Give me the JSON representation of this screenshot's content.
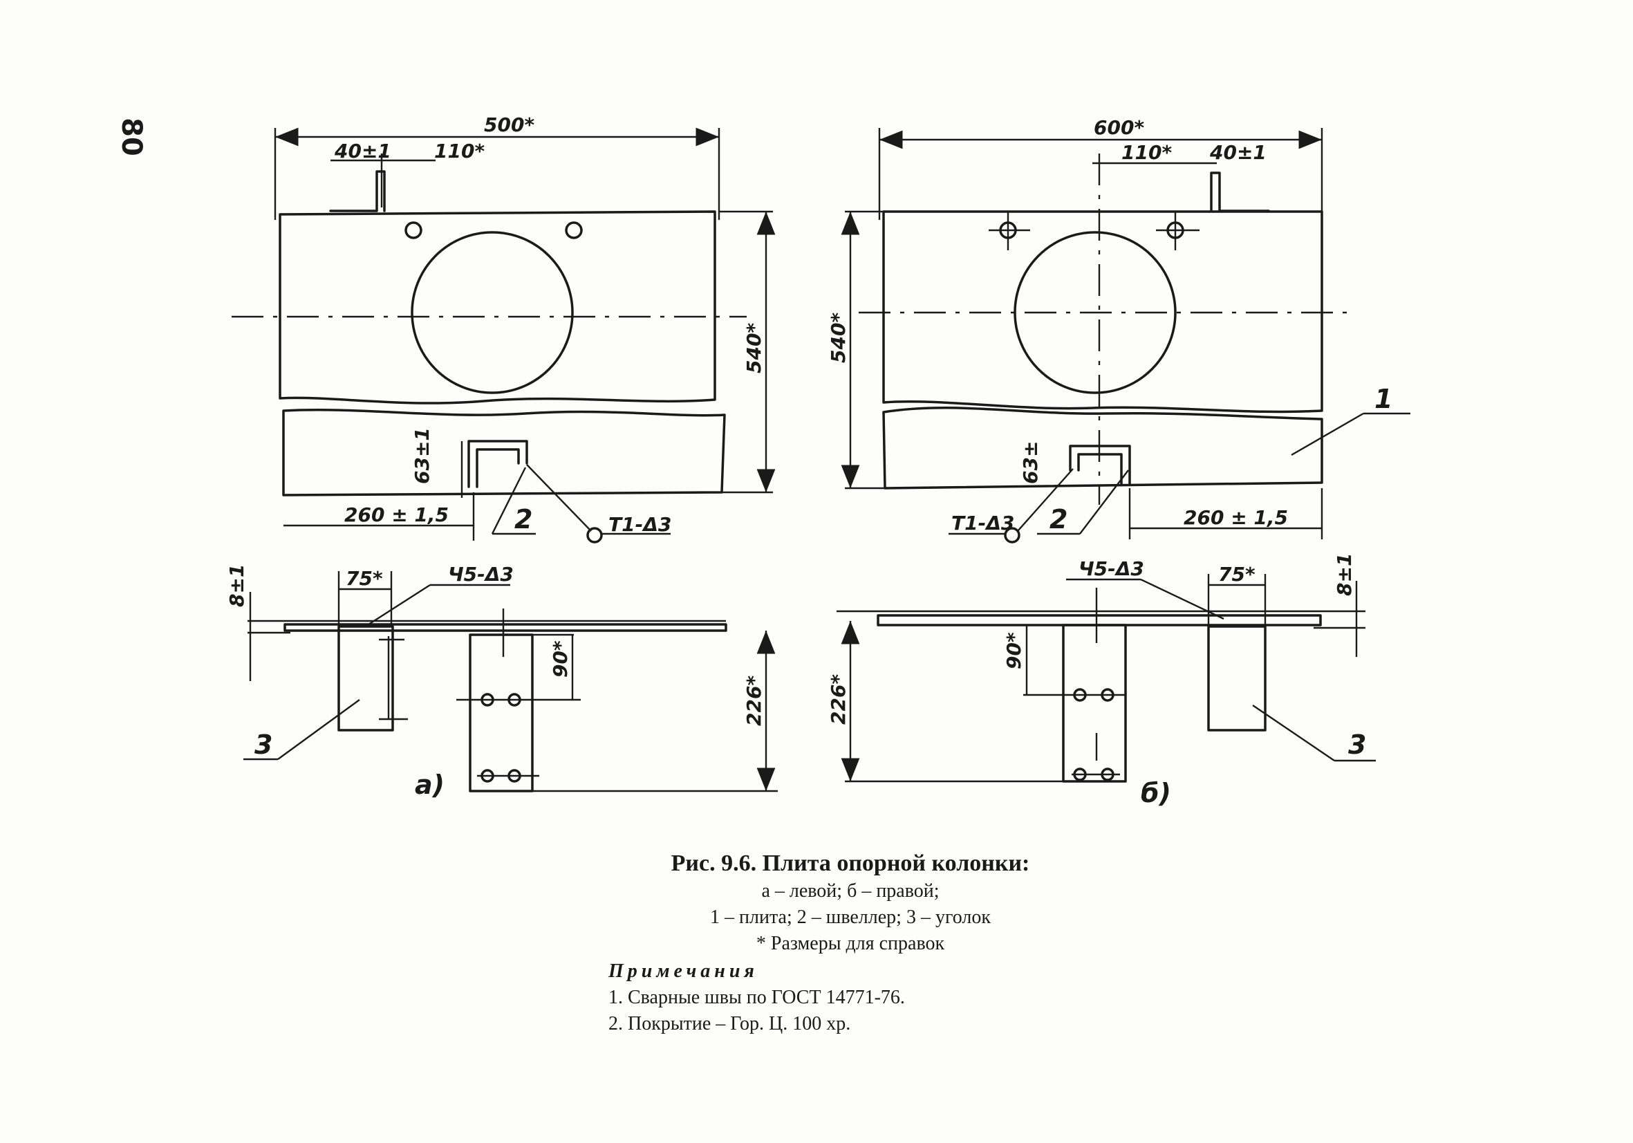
{
  "page_number": "80",
  "view_a": {
    "width_label": "500*",
    "top_left_label": "40±1",
    "top_right_label": "110*",
    "height_label": "540*",
    "channel_height_label": "63±1",
    "offset_label": "260 ± 1,5",
    "callout_channel": "2",
    "weld_top": "T1-Δ3",
    "side_thickness": "8±1",
    "side_angle_width": "75*",
    "weld_side": "Ч5-Δ3",
    "side_hole_offset": "90*",
    "side_height": "226*",
    "callout_angle": "3",
    "view_letter": "а)"
  },
  "view_b": {
    "width_label": "600*",
    "top_left_label": "110*",
    "top_right_label": "40±1",
    "height_label": "540*",
    "channel_height_label": "63±",
    "offset_label": "260 ± 1,5",
    "callout_plate": "1",
    "callout_channel": "2",
    "weld_top": "T1-Δ3",
    "side_thickness": "8±1",
    "side_angle_width": "75*",
    "weld_side": "Ч5-Δ3",
    "side_hole_offset": "90*",
    "side_height": "226*",
    "callout_angle": "3",
    "view_letter": "б)"
  },
  "caption": {
    "title": "Рис. 9.6. Плита опорной колонки:",
    "line1": "а – левой; б – правой;",
    "line2": "1 – плита; 2 – швеллер; 3 – уголок",
    "line3": "* Размеры для справок",
    "notes_heading": "Примечания",
    "notes": [
      "1. Сварные швы по ГОСТ 14771-76.",
      "2. Покрытие – Гор. Ц. 100 хр."
    ]
  }
}
